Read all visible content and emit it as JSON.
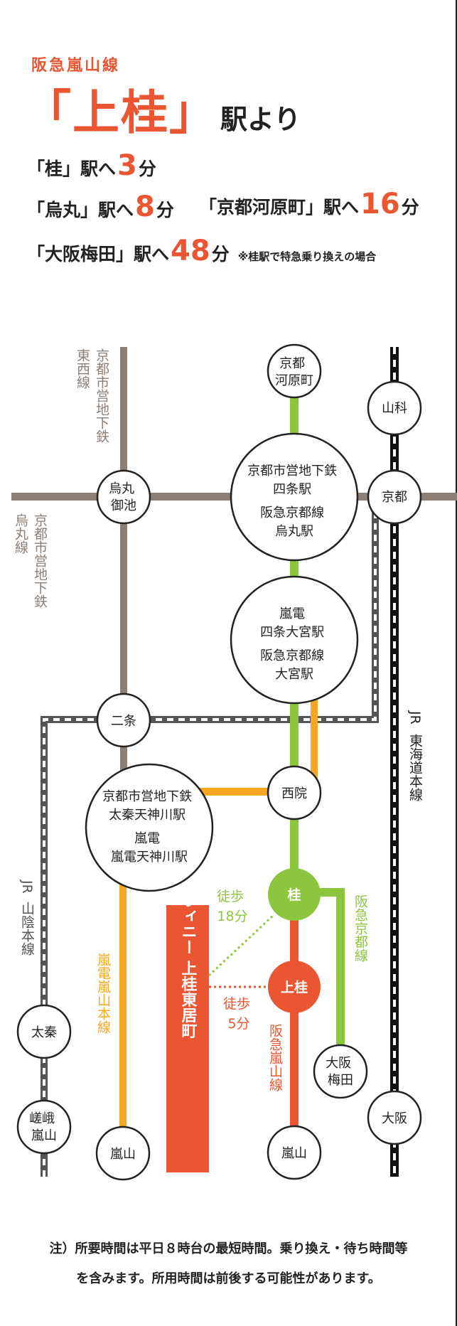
{
  "header": {
    "line_name": "阪急嵐山線",
    "station_name": "「上桂」",
    "station_suffix": "駅より"
  },
  "times": [
    {
      "label": "「桂」駅へ",
      "value": "3",
      "unit": "分"
    },
    {
      "label": "「烏丸」駅へ",
      "value": "8",
      "unit": "分"
    },
    {
      "label": "「京都河原町」駅へ",
      "value": "16",
      "unit": "分"
    },
    {
      "label": "「大阪梅田」駅へ",
      "value": "48",
      "unit": "分",
      "note": "※桂駅で特急乗り換えの場合"
    }
  ],
  "map": {
    "line_labels": {
      "tozai": "京都市営地下鉄東西線",
      "karasuma": "京都市営地下鉄烏丸線",
      "jr_tokaido": "JR東海道本線",
      "jr_sanin": "JR山陰本線",
      "hankyu_kyoto": "阪急京都線",
      "hankyu_arashiyama": "阪急嵐山線",
      "randen": "嵐電嵐山本線"
    },
    "stations": {
      "kawaramachi": [
        "京都",
        "河原町"
      ],
      "yamashina": [
        "山科"
      ],
      "kyoto": [
        "京都"
      ],
      "karasuma_oike": [
        "烏丸",
        "御池"
      ],
      "shijo": [
        "京都市営地下鉄",
        "四条駅",
        "阪急京都線",
        "烏丸駅"
      ],
      "omiya": [
        "嵐電",
        "四条大宮駅",
        "阪急京都線",
        "大宮駅"
      ],
      "nijo": [
        "二条"
      ],
      "saiin": [
        "西院"
      ],
      "uzumasa_tenjingawa": [
        "京都市営地下鉄",
        "太秦天神川駅",
        "嵐電",
        "嵐電天神川駅"
      ],
      "katsura": [
        "桂"
      ],
      "kamikatsura": [
        "上桂"
      ],
      "uzumasa": [
        "太秦"
      ],
      "saga_arashiyama": [
        "嵯峨",
        "嵐山"
      ],
      "randen_arashiyama": [
        "嵐山"
      ],
      "hankyu_arashiyama": [
        "嵐山"
      ],
      "osaka_umeda": [
        "大阪",
        "梅田"
      ],
      "osaka": [
        "大阪"
      ]
    },
    "walk_katsura": [
      "徒歩",
      "18分"
    ],
    "walk_kamikatsura": [
      "徒歩",
      "5分"
    ],
    "property": "敷島ステラ・ウィニー 上桂東居町"
  },
  "footnote": [
    "注）所要時間は平日８時台の最短時間。乗り換え・待ち時間等",
    "を含みます。所用時間は前後する可能性があります。"
  ],
  "colors": {
    "accent": "#ea5532",
    "hankyu_kyoto": "#8cc63f",
    "randen": "#f5a623",
    "subway": "#8c7f76",
    "jr": "#222222"
  }
}
